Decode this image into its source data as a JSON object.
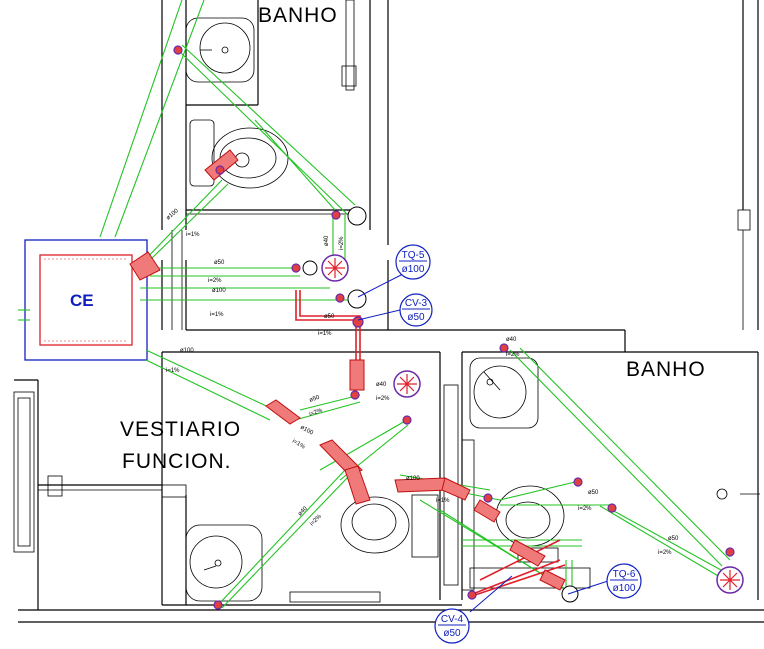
{
  "rooms": {
    "banho_top": "BANHO",
    "banho_right": "BANHO",
    "vestiario_line1": "VESTIARIO",
    "vestiario_line2": "FUNCION."
  },
  "ce_box": {
    "label": "CE"
  },
  "tags": {
    "tq5": {
      "top": "TQ-5",
      "bottom": "ø100"
    },
    "cv3": {
      "top": "CV-3",
      "bottom": "ø50"
    },
    "tq6": {
      "top": "TQ-6",
      "bottom": "ø100"
    },
    "cv4": {
      "top": "CV-4",
      "bottom": "ø50"
    }
  },
  "annotations": {
    "a1": "ø100",
    "a2": "i=1%",
    "a3": "ø40",
    "a4": "i=2%",
    "a5": "ø50",
    "a6": "i=2%",
    "a7": "ø100",
    "a8": "i=1%",
    "a9": "ø50",
    "a10": "i=1%",
    "a11": "ø100",
    "a12": "i=1%",
    "a13": "ø40",
    "a14": "i=2%",
    "a15": "ø50",
    "a16": "i=2%",
    "a17": "ø40",
    "a18": "i=2%",
    "a19": "ø100",
    "a20": "i=1%",
    "a21": "ø40",
    "a22": "i=2%",
    "a23": "ø50",
    "a24": "i=2%",
    "a25": "ø100",
    "a26": "i=1%",
    "a27": "ø50",
    "a28": "i=2%"
  },
  "colors": {
    "drain_lines": "#22c322",
    "pipes": "#e0202a",
    "tags": "#1020c0",
    "walls": "#000000"
  }
}
